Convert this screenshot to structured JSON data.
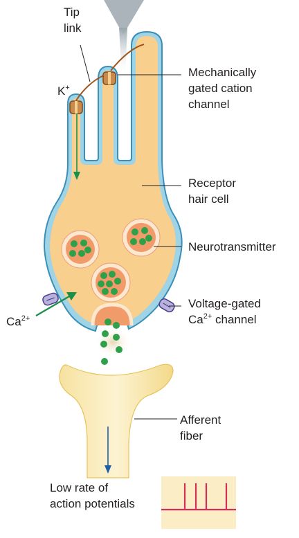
{
  "labels": {
    "tip_link": [
      "Tip",
      "link"
    ],
    "potassium": {
      "base": "K",
      "sup": "+"
    },
    "mechanically_gated": [
      "Mechanically",
      "gated cation",
      "channel"
    ],
    "receptor_hair_cell": [
      "Receptor",
      "hair cell"
    ],
    "neurotransmitter": "Neurotransmitter",
    "calcium": {
      "base": "Ca",
      "sup": "2+"
    },
    "voltage_gated": {
      "line1": "Voltage-gated",
      "line2_base": "Ca",
      "line2_sup": "2+",
      "line2_rest": " channel"
    },
    "afferent_fiber": [
      "Afferent",
      "fiber"
    ],
    "low_rate": [
      "Low rate of",
      "action potentials"
    ]
  },
  "colors": {
    "cell_fill": "#f8cf8c",
    "membrane": "#9fd3e6",
    "membrane_edge": "#3b8fb7",
    "vesicle_fill": "#f19a6a",
    "vesicle_ring": "#fde8cf",
    "neurotransmitter": "#2fa04a",
    "k_arrow": "#1a8f4a",
    "fiber_arrow": "#1f5fa8",
    "spike": "#d42f5a",
    "trace_bg": "#fbeec7"
  },
  "icons": [
    "stimulus-arrow-icon",
    "channel-icon",
    "green-arrow-icon",
    "blue-arrow-icon"
  ]
}
